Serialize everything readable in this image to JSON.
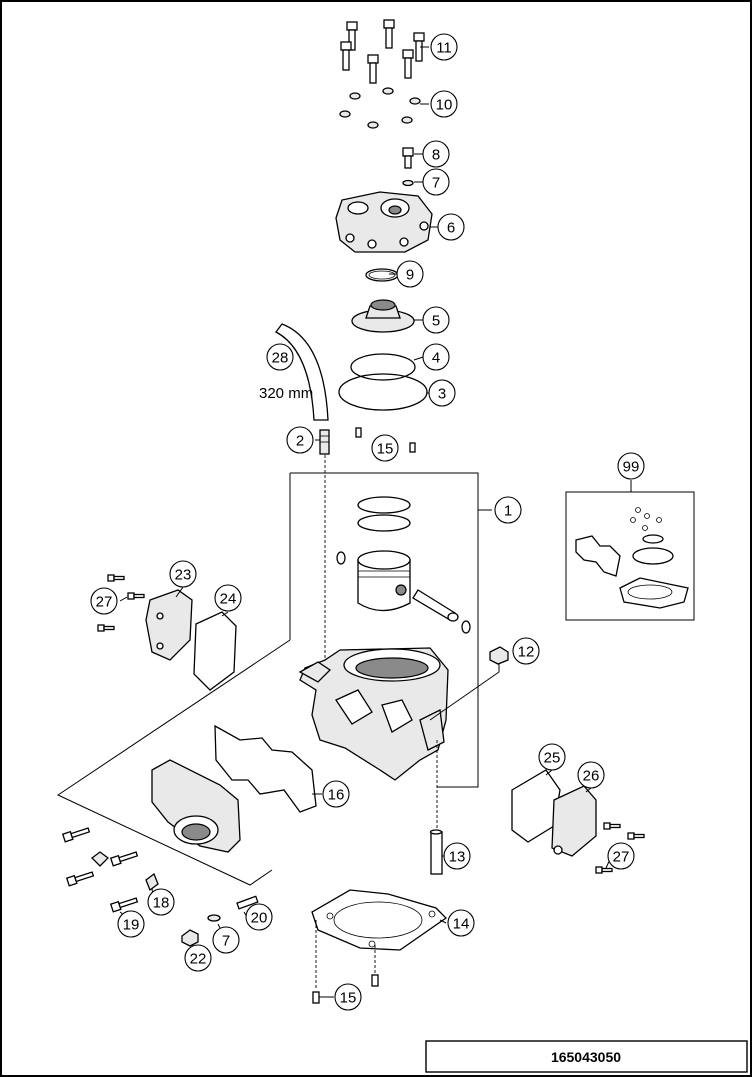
{
  "drawing_number": "165043050",
  "hose_length": "320 mm",
  "callouts": [
    "11",
    "10",
    "8",
    "7",
    "6",
    "9",
    "5",
    "4",
    "3",
    "28",
    "2",
    "15",
    "1",
    "99",
    "23",
    "27",
    "24",
    "12",
    "16",
    "25",
    "26",
    "27",
    "13",
    "14",
    "20",
    "7",
    "19",
    "18",
    "22",
    "15"
  ]
}
